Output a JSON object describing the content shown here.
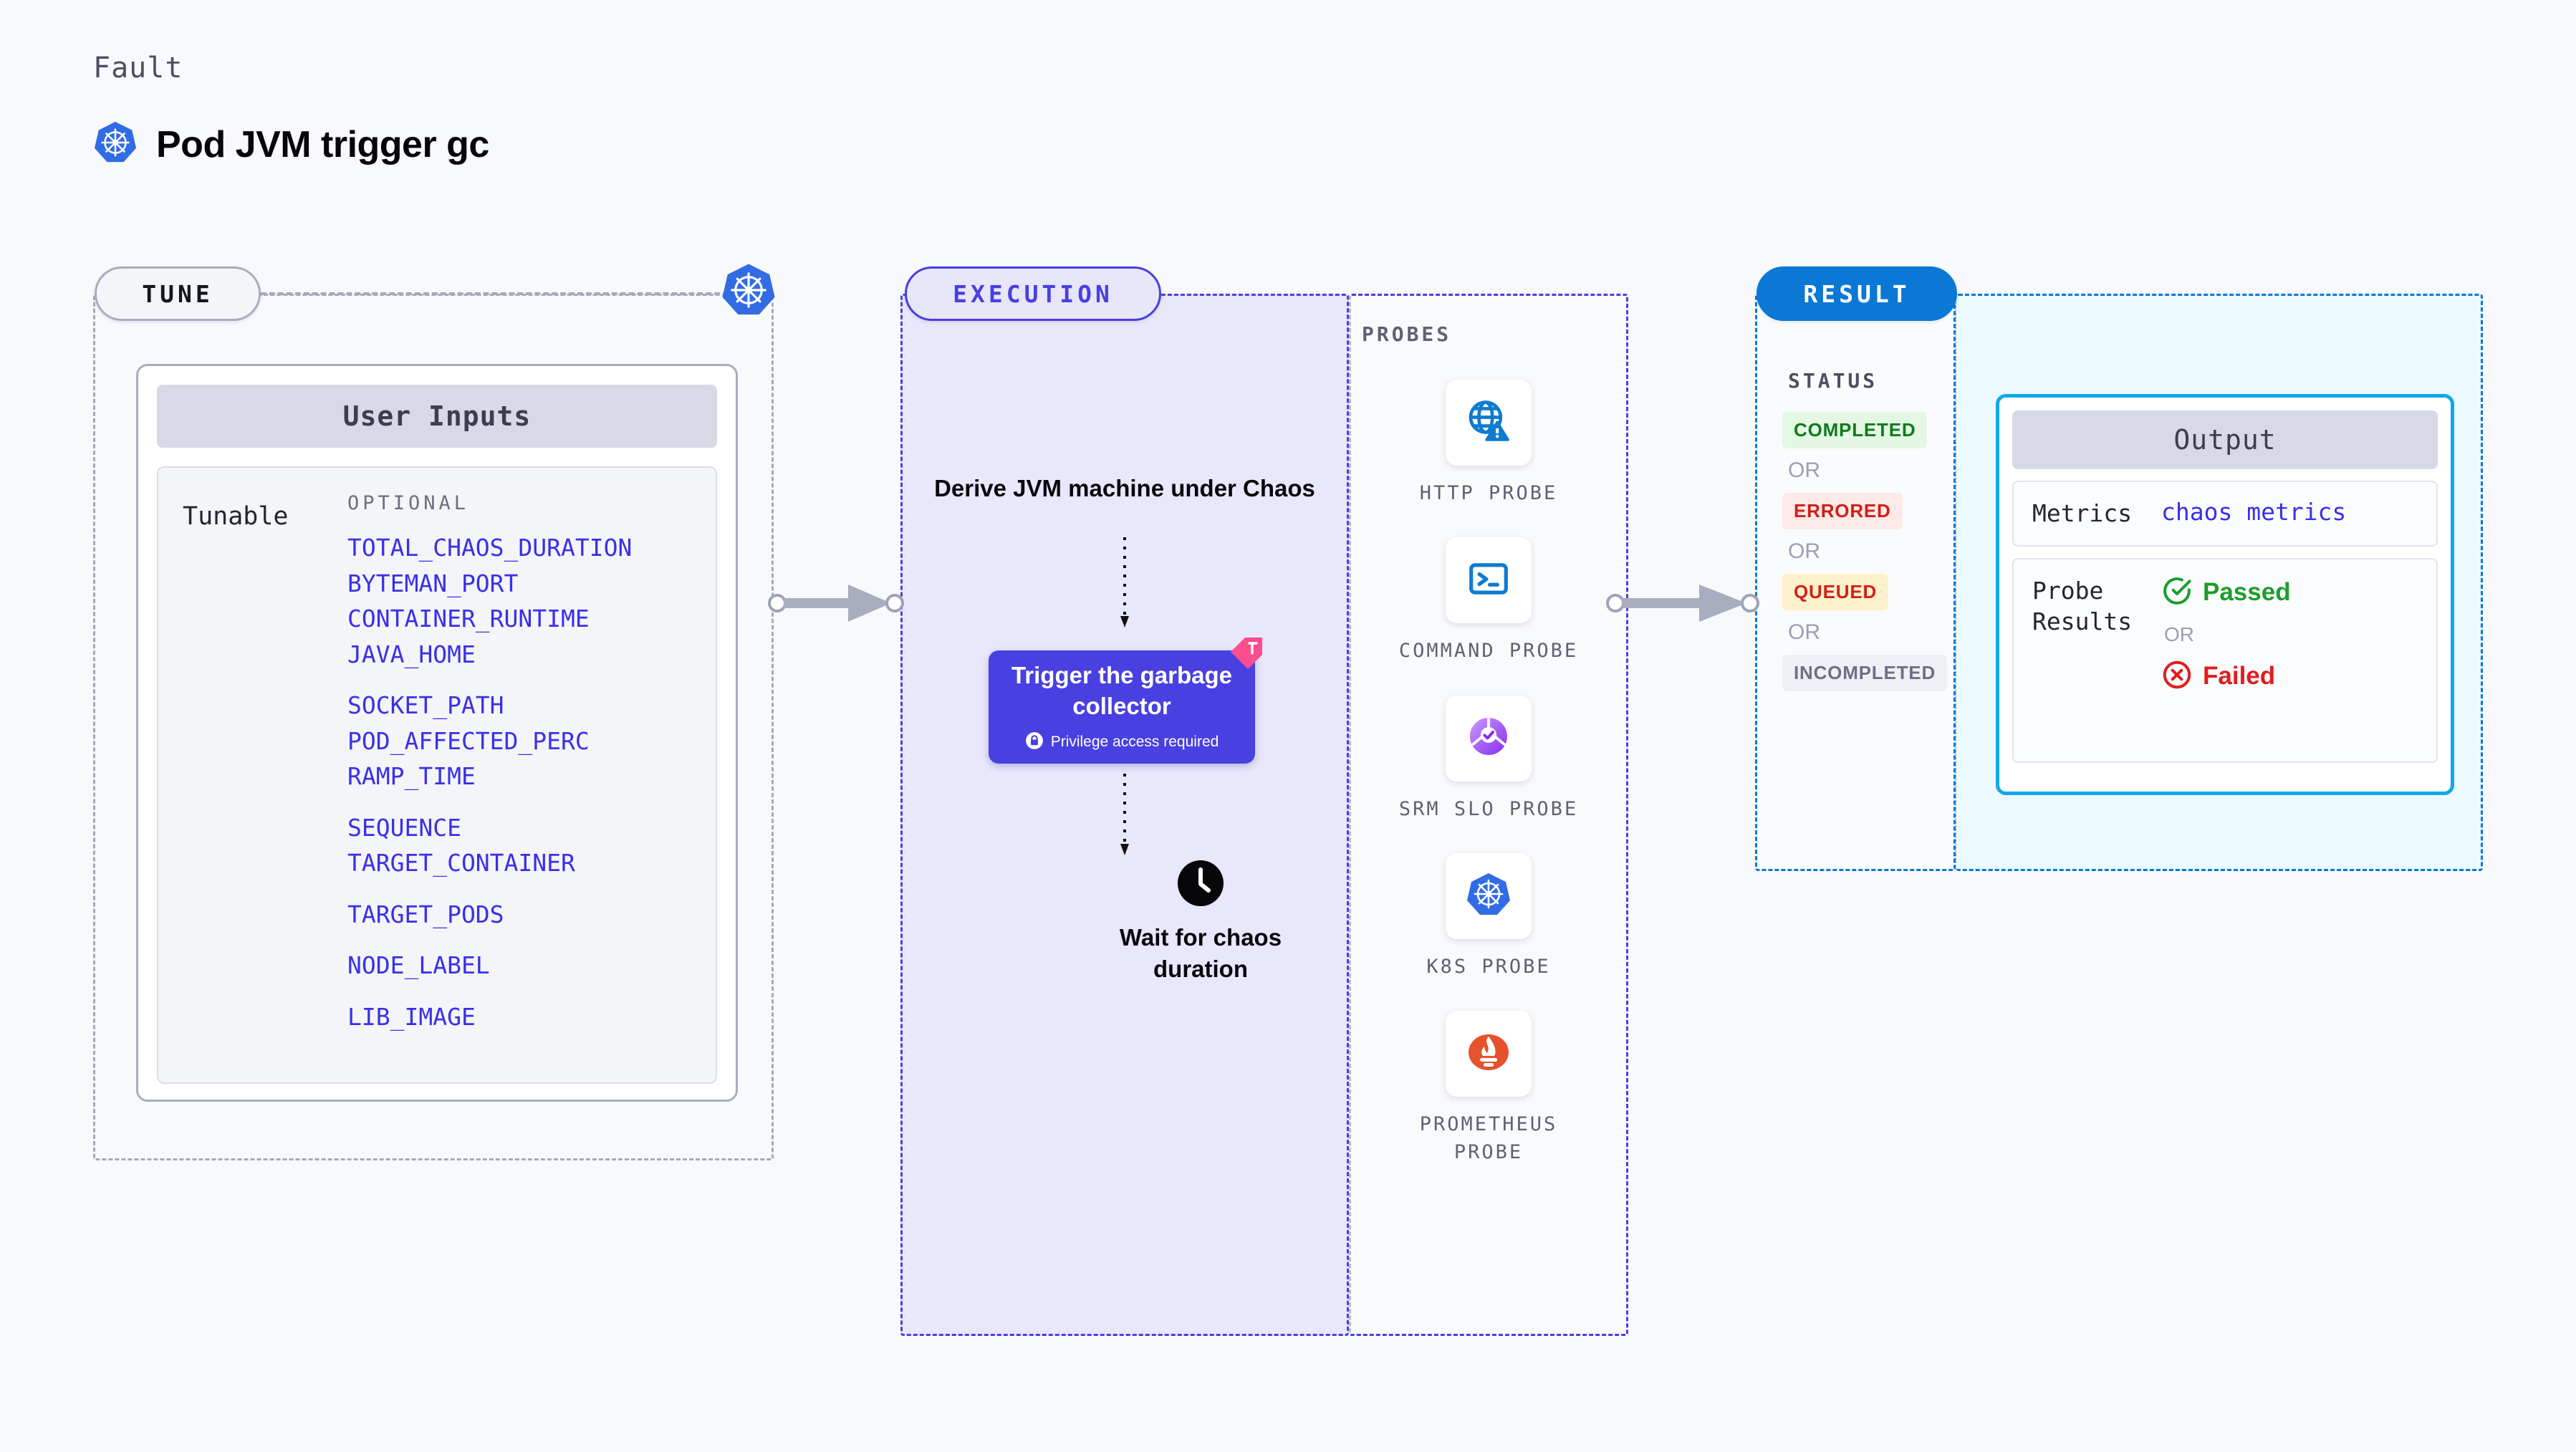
{
  "header": {
    "eyebrow": "Fault",
    "title": "Pod JVM trigger gc",
    "icon": "kubernetes-icon"
  },
  "stages": {
    "tune": {
      "pill_label": "TUNE"
    },
    "execution": {
      "pill_label": "EXECUTION"
    },
    "result": {
      "pill_label": "RESULT"
    }
  },
  "tune": {
    "card_title": "User Inputs",
    "row_label": "Tunable",
    "optional_label": "OPTIONAL",
    "tunables": [
      {
        "name": "TOTAL_CHAOS_DURATION",
        "group_start": false
      },
      {
        "name": "BYTEMAN_PORT",
        "group_start": false
      },
      {
        "name": "CONTAINER_RUNTIME",
        "group_start": false
      },
      {
        "name": "JAVA_HOME",
        "group_start": false
      },
      {
        "name": "SOCKET_PATH",
        "group_start": true
      },
      {
        "name": "POD_AFFECTED_PERC",
        "group_start": false
      },
      {
        "name": "RAMP_TIME",
        "group_start": false
      },
      {
        "name": "SEQUENCE",
        "group_start": true
      },
      {
        "name": "TARGET_CONTAINER",
        "group_start": false
      },
      {
        "name": "TARGET_PODS",
        "group_start": true
      },
      {
        "name": "NODE_LABEL",
        "group_start": true
      },
      {
        "name": "LIB_IMAGE",
        "group_start": true
      }
    ]
  },
  "execution": {
    "step_title": "Derive JVM machine under Chaos",
    "action_title": "Trigger the garbage collector",
    "action_badge": "Privilege access required",
    "action_badge_icon": "lock-icon",
    "ribbon_icon": "ribbon-flag-icon",
    "wait_icon": "clock-icon",
    "wait_label": "Wait for chaos duration"
  },
  "probes": {
    "section_label": "PROBES",
    "items": [
      {
        "label": "HTTP PROBE",
        "icon": "globe-warning-icon"
      },
      {
        "label": "COMMAND PROBE",
        "icon": "terminal-icon"
      },
      {
        "label": "SRM SLO PROBE",
        "icon": "srm-slo-icon"
      },
      {
        "label": "K8S PROBE",
        "icon": "kubernetes-icon"
      },
      {
        "label": "PROMETHEUS PROBE",
        "icon": "prometheus-icon"
      }
    ]
  },
  "result": {
    "status_label": "STATUS",
    "or_label": "OR",
    "statuses": [
      {
        "label": "COMPLETED",
        "variant": "completed"
      },
      {
        "label": "ERRORED",
        "variant": "errored"
      },
      {
        "label": "QUEUED",
        "variant": "queued"
      },
      {
        "label": "INCOMPLETED",
        "variant": "incompleted"
      }
    ],
    "output": {
      "card_title": "Output",
      "metrics_key": "Metrics",
      "metrics_value": "chaos metrics",
      "probe_key": "Probe Results",
      "probe_pass": "Passed",
      "probe_fail": "Failed",
      "probe_or": "OR",
      "pass_icon": "check-circle-icon",
      "fail_icon": "x-circle-icon"
    }
  },
  "colors": {
    "background": "#f8f9fc",
    "accent_purple": "#4840e0",
    "accent_blue": "#0a78d4",
    "tunable_text": "#3930e8",
    "pass_green": "#1c9e2b",
    "fail_red": "#e01d1d",
    "k8s_blue": "#326ce5",
    "prometheus_orange": "#e6522c",
    "ribbon_pink": "#fc4d8e"
  }
}
